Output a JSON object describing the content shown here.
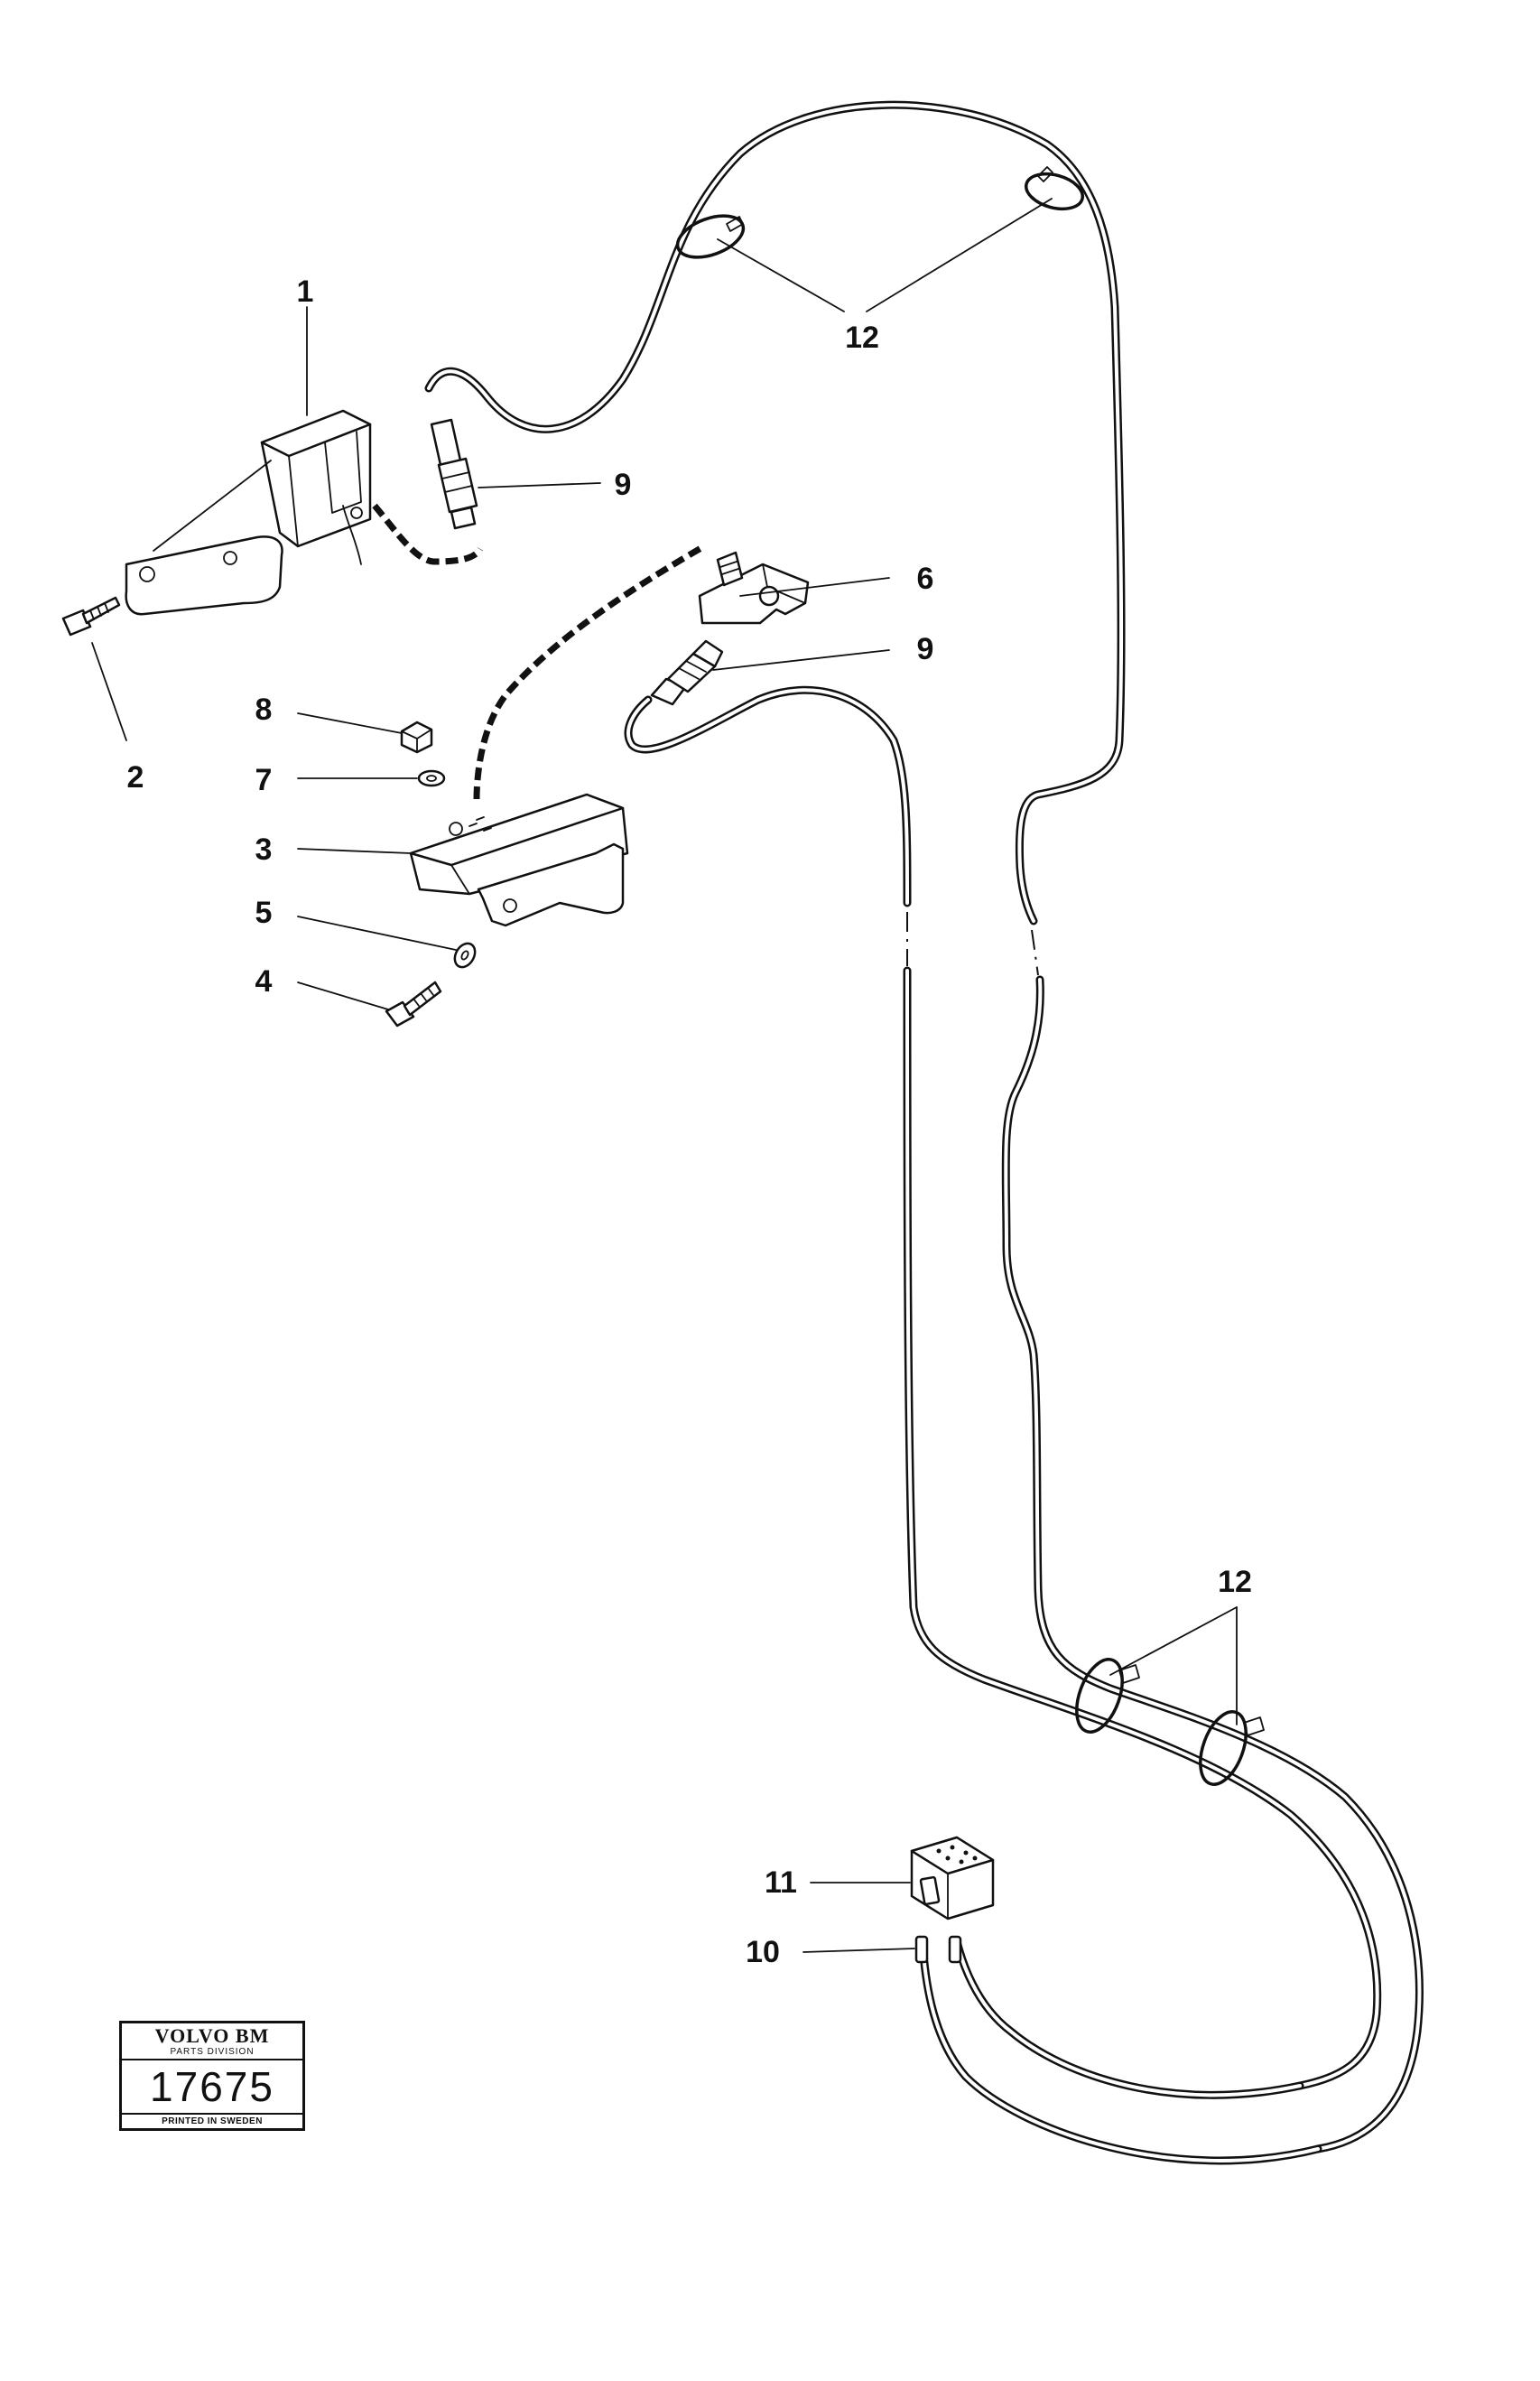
{
  "callouts": {
    "c1": "1",
    "c2": "2",
    "c3": "3",
    "c4": "4",
    "c5": "5",
    "c6": "6",
    "c7": "7",
    "c8": "8",
    "c9a": "9",
    "c9b": "9",
    "c10": "10",
    "c11": "11",
    "c12a": "12",
    "c12b": "12"
  },
  "stamp": {
    "brand": "VOLVO BM",
    "division": "PARTS DIVISION",
    "number": "17675",
    "printed": "PRINTED IN SWEDEN"
  }
}
